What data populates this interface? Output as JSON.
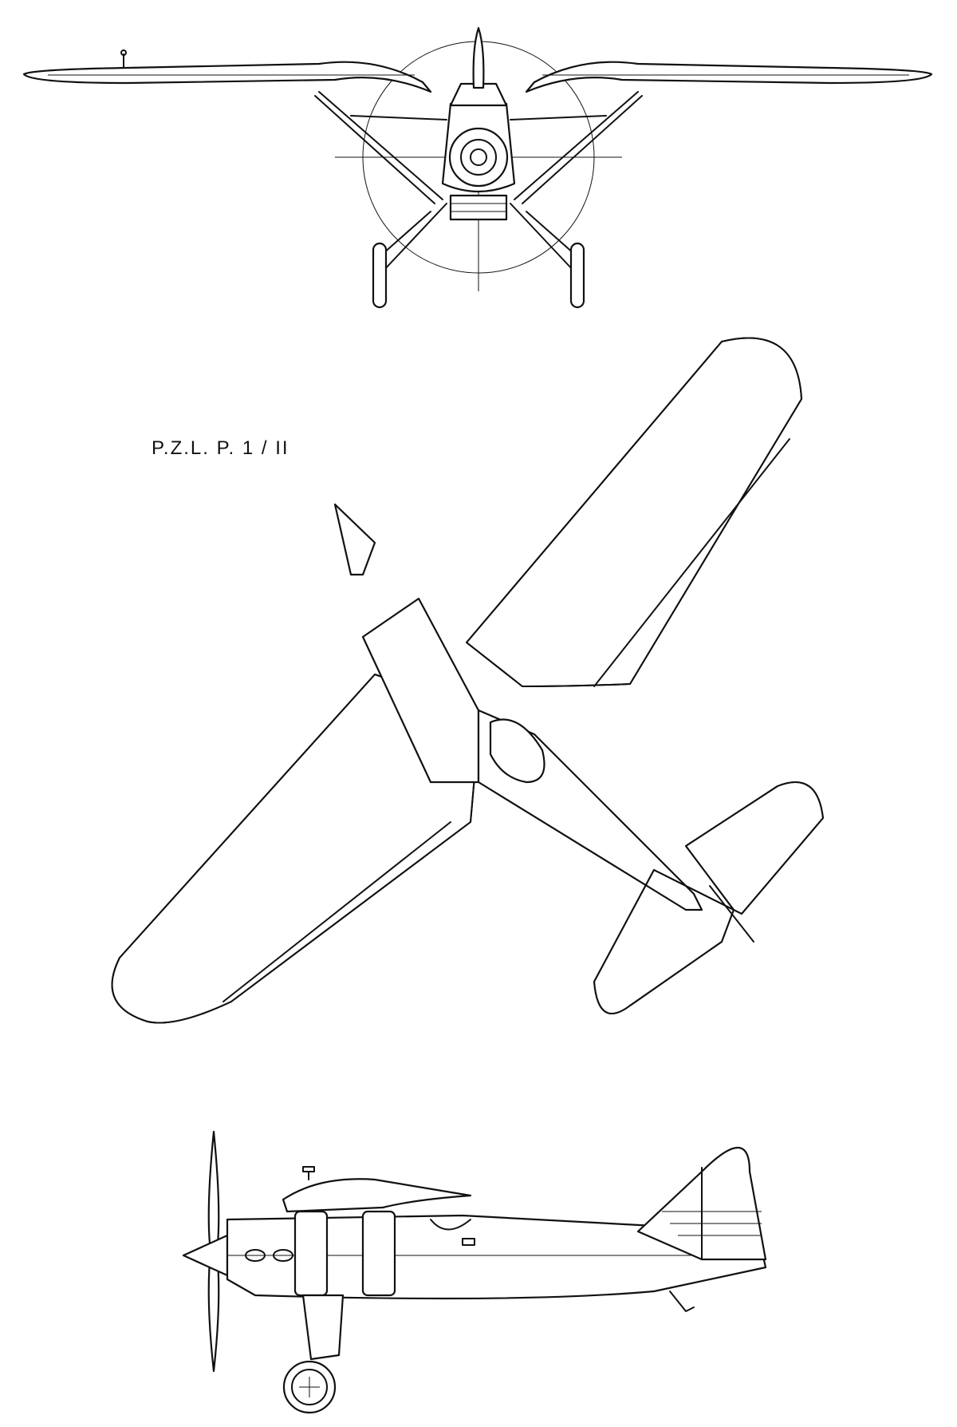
{
  "drawing": {
    "title": "P.Z.L. P. 1 / II",
    "views": [
      {
        "name": "front-view"
      },
      {
        "name": "top-view"
      },
      {
        "name": "side-view"
      }
    ],
    "colors": {
      "ink": "#111111",
      "paper": "#ffffff"
    }
  }
}
